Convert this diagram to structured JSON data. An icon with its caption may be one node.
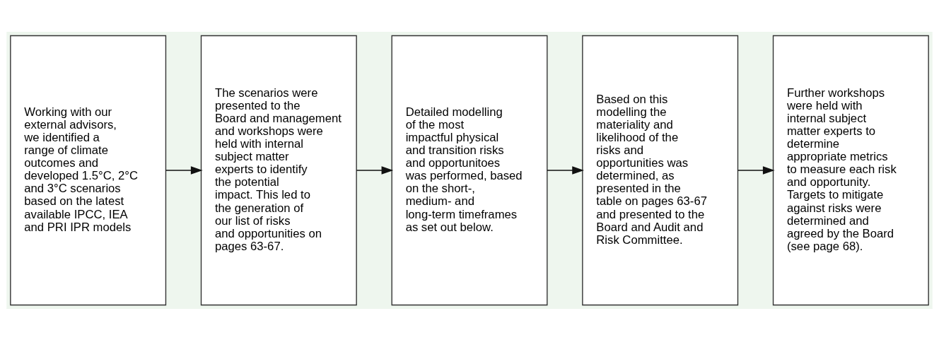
{
  "diagram": {
    "nodes": [
      {
        "text": [
          "Working with our external advisors, we identified a range of climate outcomes and developed 1.5°C, 2°C and 3°C scenarios based on the latest available IPCC, IEA and PRI IPR models"
        ]
      },
      {
        "text": [
          "The scenarios were presented to the Board and management and workshops were held with internal subject matter experts to identify the potential impact. This led to the generation of our list of risks and opportunities on pages 63-67."
        ]
      },
      {
        "text": [
          "Detailed modelling of the most impactful physical and transition risks and opportunitoes was performed, based on the short-, medium- and long-term timeframes as set out below."
        ]
      },
      {
        "text": [
          "Based on this modelling the materiality and likelihood of the risks and opportunities was determined, as presented in the table on pages 63-67 and presented to the Board and Audit and Risk Committee."
        ]
      },
      {
        "text": [
          "Further workshops were held with internal subject matter experts to determine appropriate metrics to measure each risk and opportunity. Targets to mitigate against risks were determined and agreed by the Board (see page 68)."
        ]
      }
    ],
    "edges": [
      {
        "from": 0,
        "to": 1,
        "arrow": "to"
      },
      {
        "from": 1,
        "to": 2,
        "arrow": "to"
      },
      {
        "from": 2,
        "to": 3,
        "arrow": "to"
      },
      {
        "from": 3,
        "to": 4,
        "arrow": "to"
      }
    ]
  }
}
